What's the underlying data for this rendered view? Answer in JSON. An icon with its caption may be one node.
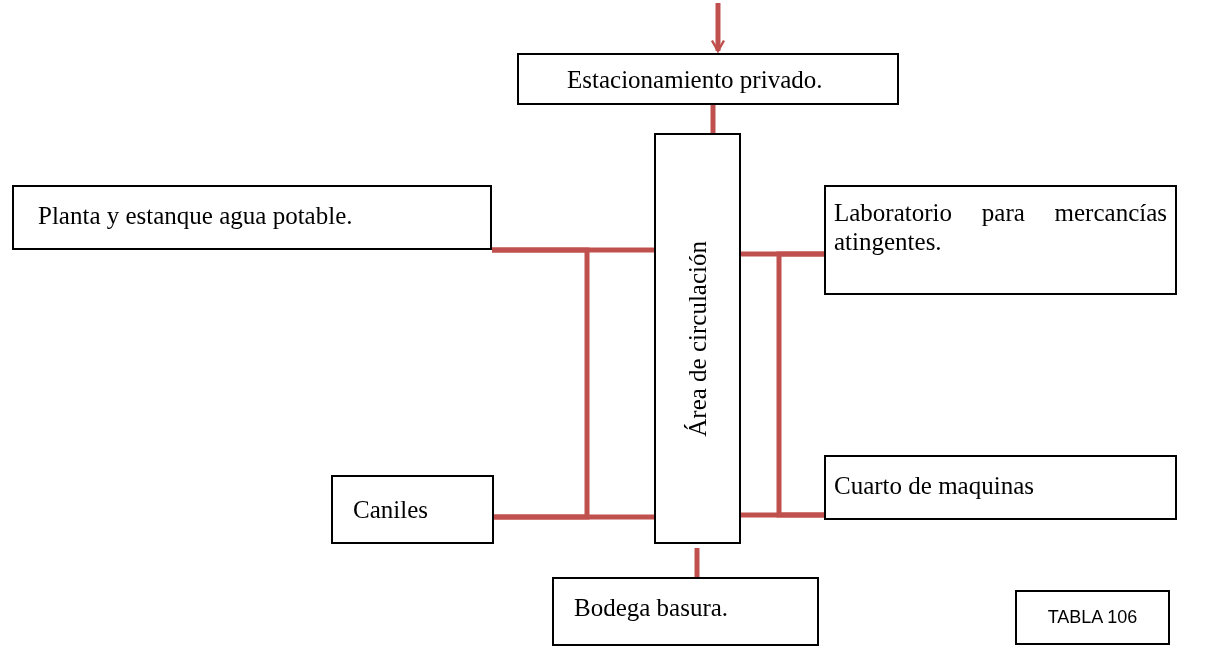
{
  "diagram": {
    "nodes": [
      {
        "text": [
          "Estacionamiento privado."
        ]
      },
      {
        "text": [
          "Área de circulación"
        ]
      },
      {
        "text": [
          "Planta y estanque agua potable."
        ]
      },
      {
        "text": [
          "Laboratorio para mercancías atingentes."
        ]
      },
      {
        "text": [
          "Caniles"
        ]
      },
      {
        "text": [
          "Cuarto de maquinas"
        ]
      },
      {
        "text": [
          "Bodega basura."
        ]
      },
      {
        "text": [
          "TABLA 106"
        ]
      }
    ],
    "edges": [
      {
        "from": null,
        "to": 0,
        "arrow": "to"
      },
      {
        "from": 0,
        "to": 1,
        "arrow": "none"
      },
      {
        "from": 2,
        "to": 1,
        "arrow": "none"
      },
      {
        "from": 4,
        "to": 1,
        "arrow": "none"
      },
      {
        "from": 2,
        "to": 4,
        "arrow": "none"
      },
      {
        "from": 1,
        "to": 3,
        "arrow": "none"
      },
      {
        "from": 1,
        "to": 5,
        "arrow": "none"
      },
      {
        "from": 3,
        "to": 5,
        "arrow": "none"
      },
      {
        "from": 1,
        "to": 6,
        "arrow": "none"
      }
    ]
  }
}
